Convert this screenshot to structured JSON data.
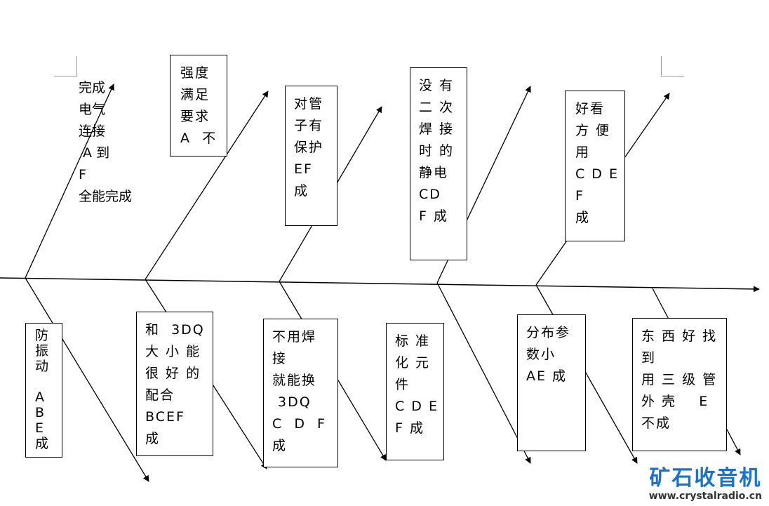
{
  "top_causes": [
    {
      "id": "t1",
      "lines": [
        "完成",
        "电气",
        "连接",
        " A 到",
        "F",
        "全能完成"
      ]
    },
    {
      "id": "t2",
      "lines": [
        "强度",
        "满足",
        "要求",
        "A  不"
      ]
    },
    {
      "id": "t3",
      "lines": [
        "对管",
        "子有",
        "保护",
        "EF",
        "成"
      ]
    },
    {
      "id": "t4",
      "lines": [
        "没 有",
        "二 次",
        "焊 接",
        "时 的",
        "静电",
        "CD",
        "F 成"
      ]
    },
    {
      "id": "t5",
      "lines": [
        "好看",
        "方 便",
        "用",
        "C D E",
        "F",
        "成"
      ]
    }
  ],
  "bottom_causes": [
    {
      "id": "b1",
      "lines": [
        "防",
        "振",
        "动",
        "",
        "A",
        "B",
        "E",
        "成"
      ]
    },
    {
      "id": "b2",
      "lines": [
        "和  3DQ",
        "大 小 能",
        "很 好 的",
        "配合",
        "BCEF",
        "成"
      ]
    },
    {
      "id": "b3",
      "lines": [
        "不用焊",
        "接",
        "就能换",
        " 3DQ",
        "C  D  F",
        "成"
      ]
    },
    {
      "id": "b4",
      "lines": [
        "标 准",
        "化 元",
        "件",
        "C D E",
        "F 成"
      ]
    },
    {
      "id": "b5",
      "lines": [
        "分布参",
        "数小",
        "AE 成"
      ]
    },
    {
      "id": "b6",
      "lines": [
        "东 西 好 找",
        "到",
        "用 三 级 管",
        "外 壳    E",
        "不成"
      ]
    }
  ],
  "watermark": {
    "title": "矿石收音机",
    "url": "www.crystalradio.cn"
  },
  "colors": {
    "line": "#000000",
    "watermark": "#1a73c8"
  }
}
